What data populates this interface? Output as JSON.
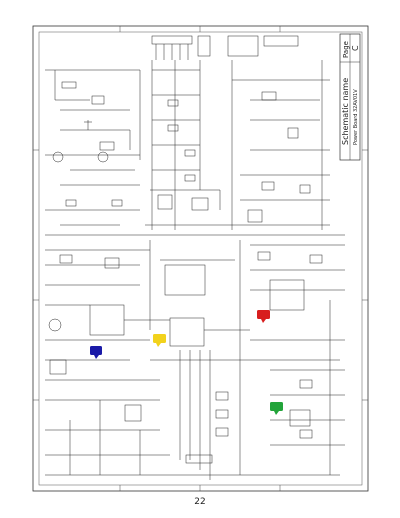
{
  "title_block": {
    "title": "Schematic name",
    "subtitle": "Power Board 32AV01V",
    "page_label": "Page",
    "page_value": "C"
  },
  "page_number": "22",
  "markers": [
    {
      "name": "blue-marker",
      "color": "#1a1aa8"
    },
    {
      "name": "yellow-marker",
      "color": "#f2d21c"
    },
    {
      "name": "red-marker",
      "color": "#d81e1e"
    },
    {
      "name": "green-marker",
      "color": "#22a43a"
    }
  ]
}
